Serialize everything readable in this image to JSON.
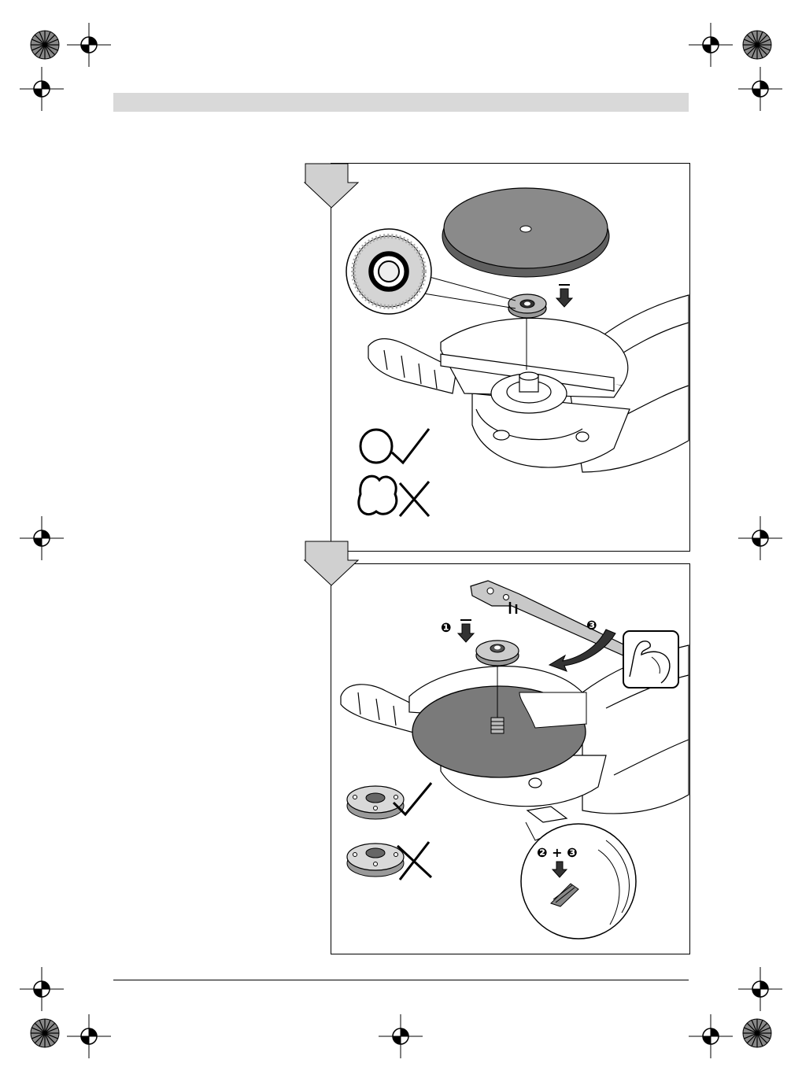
{
  "header": {
    "band_color": "#d9d9d9"
  },
  "panel_mounting": {
    "step_arrow": "down-arrow-icon",
    "icons": [
      "grinding-disc",
      "mounting-flange",
      "flange-detail-magnified",
      "angle-grinder",
      "check-mark-icon",
      "cross-mark-icon"
    ]
  },
  "panel_clamping": {
    "step_arrow": "down-arrow-icon",
    "step_1": "❶",
    "step_3": "❸",
    "step_combo": "❷ + ❸",
    "icons": [
      "two-pin-spanner",
      "clamping-nut",
      "angle-grinder",
      "strength-arm-icon",
      "spindle-lock-button",
      "check-mark-icon",
      "cross-mark-icon"
    ]
  }
}
